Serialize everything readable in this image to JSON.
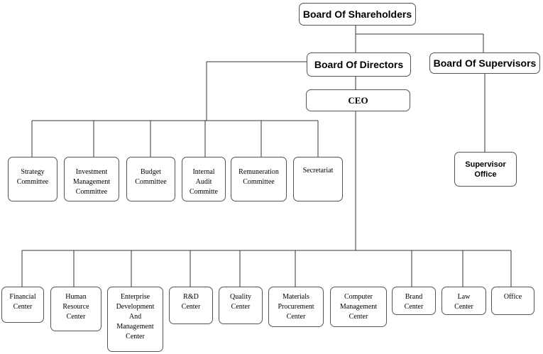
{
  "org_chart": {
    "board_of_shareholders": "Board Of Shareholders",
    "board_of_directors": "Board Of Directors",
    "board_of_supervisors": "Board Of Supervisors",
    "ceo": "CEO",
    "supervisor_office": "Supervisor\nOffice",
    "committees": [
      "Strategy\nCommittee",
      "Investment\nManagement\nCommittee",
      "Budget\nCommittee",
      "Internal\nAudit\nCommitte",
      "Remuneration\nCommittee",
      "Secretariat"
    ],
    "centers": [
      "Financial\nCenter",
      "Human\nResource\nCenter",
      "Enterprise\nDevelopment\nAnd\nManagement\nCenter",
      "R&D\nCenter",
      "Quality\nCenter",
      "Materials\nProcurement\nCenter",
      "Computer\nManagement\nCenter",
      "Brand\nCenter",
      "Law\nCenter",
      "Office"
    ]
  }
}
